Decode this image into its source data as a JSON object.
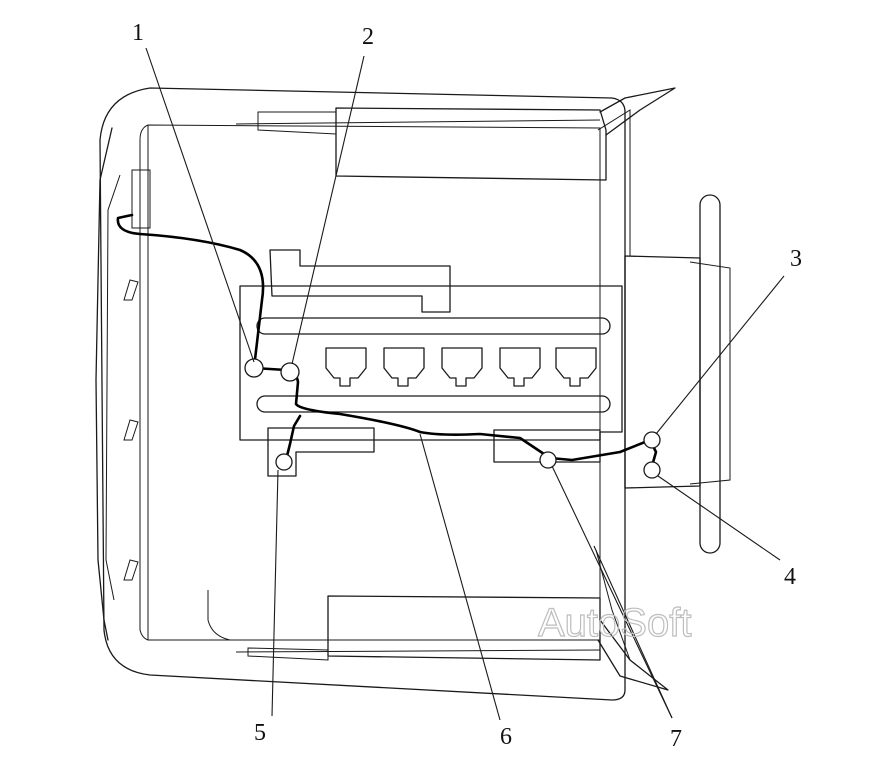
{
  "callouts": [
    {
      "id": "1",
      "label": "1"
    },
    {
      "id": "2",
      "label": "2"
    },
    {
      "id": "3",
      "label": "3"
    },
    {
      "id": "4",
      "label": "4"
    },
    {
      "id": "5",
      "label": "5"
    },
    {
      "id": "6",
      "label": "6"
    },
    {
      "id": "7",
      "label": "7"
    }
  ],
  "watermark": "AutoSoft",
  "colors": {
    "line": "#1a1a1a",
    "wire": "#000000",
    "watermark": "#bdbdbd",
    "background": "#ffffff"
  }
}
